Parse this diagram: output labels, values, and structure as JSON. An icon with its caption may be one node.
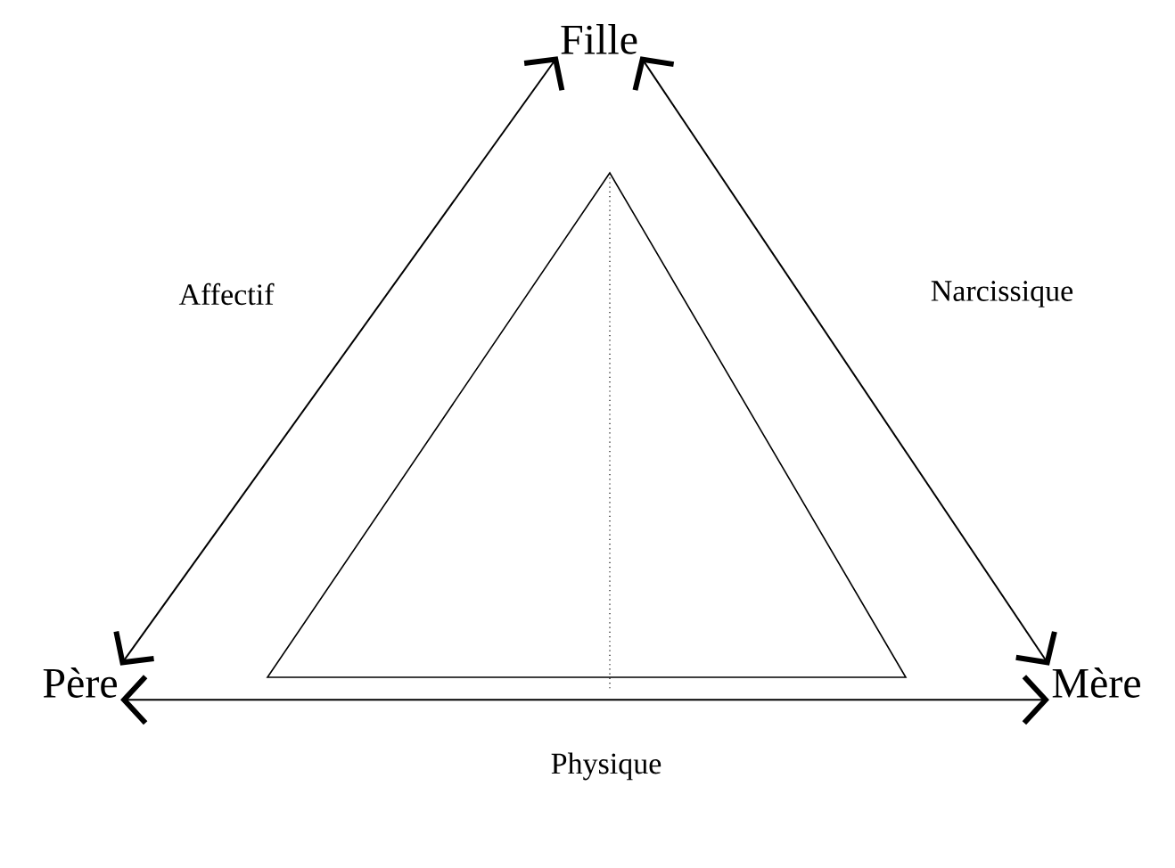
{
  "diagram": {
    "nodes": [
      {
        "text": [
          "Fille"
        ]
      },
      {
        "text": [
          "Père"
        ]
      },
      {
        "text": [
          "Mère"
        ]
      }
    ],
    "edges": [
      {
        "from": 1,
        "to": 0,
        "arrow": "both",
        "label": "Affectif"
      },
      {
        "from": 0,
        "to": 2,
        "arrow": "both",
        "label": "Narcissique"
      },
      {
        "from": 1,
        "to": 2,
        "arrow": "both",
        "label": "Physique"
      }
    ]
  }
}
